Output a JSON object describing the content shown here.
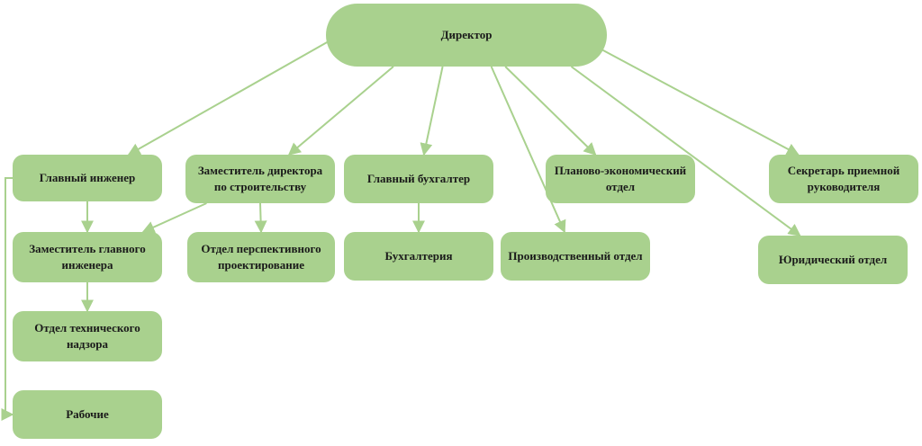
{
  "diagram": {
    "title": "",
    "colors": {
      "node_fill": "#a9d18e",
      "edge": "#a9d18e"
    },
    "nodes": {
      "director": "Директор",
      "chief_engineer": "Главный инженер",
      "deputy_chief_engineer": "Заместитель главного инженера",
      "tech_supervision": "Отдел технического надзора",
      "workers": "Рабочие",
      "deputy_director_construction": "Заместитель директора по строительству",
      "prospective_design": "Отдел перспективного проектирование",
      "chief_accountant": "Главный бухгалтер",
      "accounting": "Бухгалтерия",
      "production_dept": "Производственный отдел",
      "planning_economic_dept": "Планово-экономический отдел",
      "legal_dept": "Юридический отдел",
      "reception_secretary": "Секретарь приемной руководителя"
    },
    "edges": [
      {
        "from": "director",
        "to": "chief_engineer"
      },
      {
        "from": "director",
        "to": "deputy_director_construction"
      },
      {
        "from": "director",
        "to": "chief_accountant"
      },
      {
        "from": "director",
        "to": "production_dept"
      },
      {
        "from": "director",
        "to": "planning_economic_dept"
      },
      {
        "from": "director",
        "to": "legal_dept"
      },
      {
        "from": "director",
        "to": "reception_secretary"
      },
      {
        "from": "chief_engineer",
        "to": "deputy_chief_engineer"
      },
      {
        "from": "deputy_chief_engineer",
        "to": "tech_supervision"
      },
      {
        "from": "chief_engineer",
        "to": "workers"
      },
      {
        "from": "deputy_director_construction",
        "to": "deputy_chief_engineer"
      },
      {
        "from": "deputy_director_construction",
        "to": "prospective_design"
      },
      {
        "from": "chief_accountant",
        "to": "accounting"
      }
    ]
  }
}
